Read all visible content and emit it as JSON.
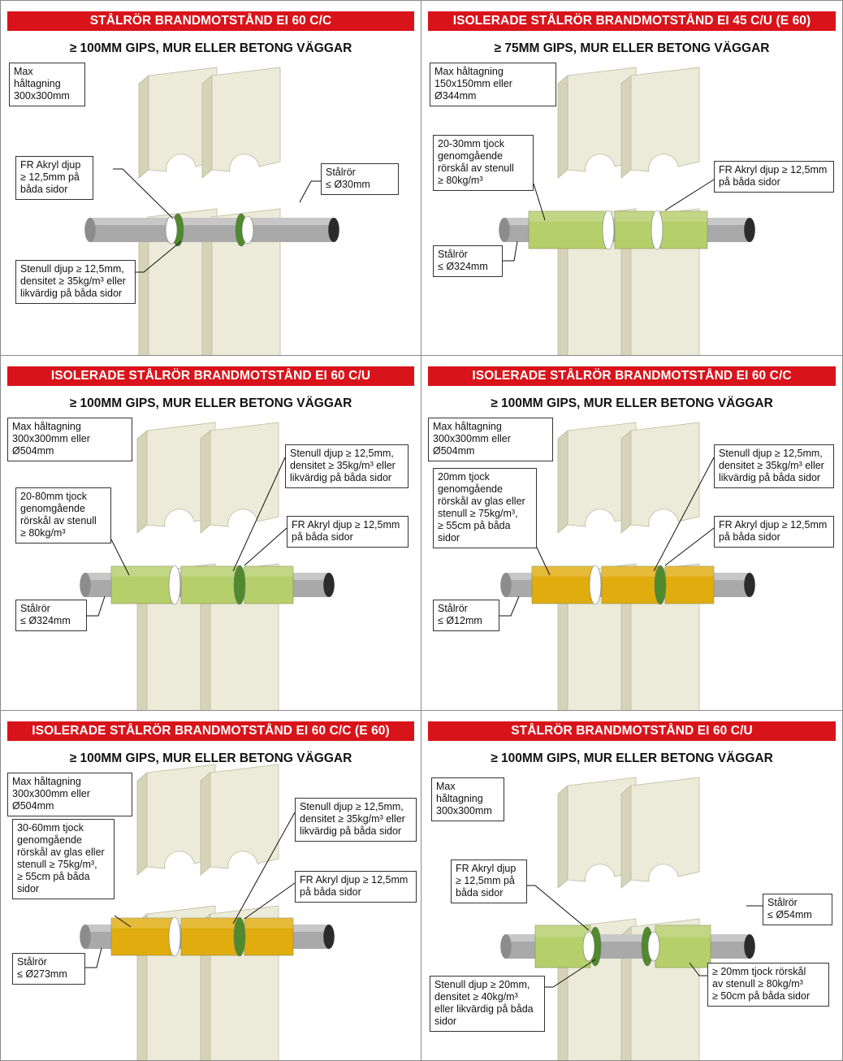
{
  "panels": [
    {
      "title": "STÅLRÖR BRANDMOTSTÅND EI 60 C/C",
      "subtitle": "≥ 100MM GIPS, MUR ELLER BETONG VÄGGAR",
      "opening": "Max håltagning\n300x300mm",
      "labels": [
        "FR Akryl djup\n≥ 12,5mm på\nbåda sidor",
        "Stålrör\n≤ Ø30mm",
        "Stenull djup ≥ 12,5mm,\ndensitet ≥ 35kg/m³ eller\nlikvärdig på båda sidor"
      ]
    },
    {
      "title": "ISOLERADE STÅLRÖR BRANDMOTSTÅND EI 45 C/U (E 60)",
      "subtitle": "≥ 75MM GIPS, MUR ELLER BETONG VÄGGAR",
      "opening": "Max håltagning\n150x150mm eller Ø344mm",
      "labels": [
        "20-30mm tjock\ngenomgående\nrörskål av stenull\n≥ 80kg/m³",
        "FR Akryl djup ≥ 12,5mm\npå båda sidor",
        "Stålrör\n≤ Ø324mm"
      ]
    },
    {
      "title": "ISOLERADE STÅLRÖR BRANDMOTSTÅND EI 60 C/U",
      "subtitle": "≥ 100MM GIPS, MUR ELLER BETONG VÄGGAR",
      "opening": "Max håltagning\n300x300mm eller Ø504mm",
      "labels": [
        "20-80mm tjock\ngenomgående\nrörskål av stenull\n≥ 80kg/m³",
        "Stenull djup ≥ 12,5mm,\ndensitet ≥ 35kg/m³ eller\nlikvärdig på båda sidor",
        "FR Akryl djup ≥ 12,5mm\npå båda sidor",
        "Stålrör\n≤ Ø324mm"
      ]
    },
    {
      "title": "ISOLERADE STÅLRÖR BRANDMOTSTÅND EI 60 C/C",
      "subtitle": "≥ 100MM GIPS, MUR ELLER BETONG VÄGGAR",
      "opening": "Max håltagning\n300x300mm eller Ø504mm",
      "labels": [
        "20mm tjock\ngenomgående\nrörskål av glas eller\nstenull ≥ 75kg/m³,\n≥ 55cm på båda\nsidor",
        "Stenull djup ≥ 12,5mm,\ndensitet ≥ 35kg/m³ eller\nlikvärdig på båda sidor",
        "FR Akryl djup ≥ 12,5mm\npå båda sidor",
        "Stålrör\n≤ Ø12mm"
      ]
    },
    {
      "title": "ISOLERADE STÅLRÖR BRANDMOTSTÅND EI 60 C/C (E 60)",
      "subtitle": "≥ 100MM GIPS, MUR ELLER BETONG VÄGGAR",
      "opening": "Max håltagning\n300x300mm eller Ø504mm",
      "labels": [
        "30-60mm tjock\ngenomgående\nrörskål av glas eller\nstenull ≥ 75kg/m³,\n≥ 55cm på båda\nsidor",
        "Stenull djup ≥ 12,5mm,\ndensitet ≥ 35kg/m³ eller\nlikvärdig på båda sidor",
        "FR Akryl djup ≥ 12,5mm\npå båda sidor",
        "Stålrör\n≤ Ø273mm"
      ]
    },
    {
      "title": "STÅLRÖR BRANDMOTSTÅND EI 60 C/U",
      "subtitle": "≥ 100MM GIPS, MUR ELLER BETONG VÄGGAR",
      "opening": "Max håltagning\n300x300mm",
      "labels": [
        "FR Akryl djup\n≥ 12,5mm på\nbåda sidor",
        "Stålrör\n≤ Ø54mm",
        "Stenull djup ≥ 20mm,\ndensitet ≥ 40kg/m³\neller likvärdig på båda\nsidor",
        "≥ 20mm tjock rörskål\nav stenull ≥ 80kg/m³\n≥ 50cm på båda sidor"
      ]
    }
  ],
  "colors": {
    "banner": "#d9131a",
    "wall_face": "#ecebd9",
    "wall_edge": "#d6d4b8",
    "pipe": "#a9a9a9",
    "pipe_end": "#2b2b2b",
    "insulation_green": "#b5cf6b",
    "insulation_yellow": "#e0ac0e",
    "stenull_ring": "#4f8a2c",
    "acryl_ring": "#ffffff"
  }
}
